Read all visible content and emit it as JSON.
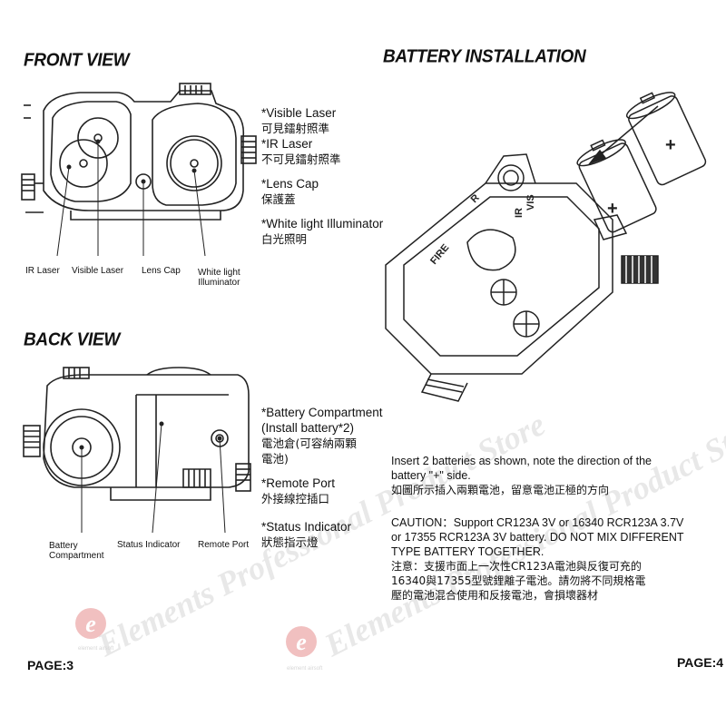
{
  "left_page": {
    "front_view": {
      "heading": "FRONT VIEW",
      "descriptions": [
        {
          "en": "*Visible Laser",
          "zh": "可見鐳射照準"
        },
        {
          "en": "*IR Laser",
          "zh": "不可見鐳射照準"
        },
        {
          "en": "*Lens Cap",
          "zh": "保護蓋"
        },
        {
          "en": "*White light Illuminator",
          "zh": "白光照明"
        }
      ],
      "callouts": {
        "ir_laser": "IR Laser",
        "visible_laser": "Visible Laser",
        "lens_cap": "Lens Cap",
        "white_light_line1": "White light",
        "white_light_line2": "Illuminator"
      }
    },
    "back_view": {
      "heading": "BACK VIEW",
      "descriptions": [
        {
          "en": "*Battery Compartment",
          "en2": "(Install battery*2)",
          "zh": "電池倉(可容納兩顆",
          "zh2": "電池)"
        },
        {
          "en": "*Remote Port",
          "zh": "外接線控插口"
        },
        {
          "en": "*Status Indicator",
          "zh": "狀態指示燈"
        }
      ],
      "callouts": {
        "battery_line1": "Battery",
        "battery_line2": "Compartment",
        "status_indicator": "Status Indicator",
        "remote_port": "Remote Port"
      }
    },
    "page_number": "PAGE:3"
  },
  "right_page": {
    "heading": "BATTERY INSTALLATION",
    "instruction_en_line1": "Insert 2 batteries as shown, note the direction of the",
    "instruction_en_line2": "battery \"+\" side.",
    "instruction_zh": "如圖所示插入兩顆電池，留意電池正極的方向",
    "caution_en_line1": "CAUTION：Support CR123A 3V or 16340 RCR123A 3.7V",
    "caution_en_line2": "or 17355 RCR123A 3V battery. DO NOT MIX DIFFERENT",
    "caution_en_line3": "TYPE BATTERY TOGETHER.",
    "caution_zh_line1": "注意：支援市面上一次性CR123A電池與反復可充的",
    "caution_zh_line2": "16340與17355型號鋰離子電池。請勿將不同規格電",
    "caution_zh_line3": "壓的電池混合使用和反接電池，會損壞器材",
    "device_labels": {
      "fire": "FIRE",
      "vis": "VIS",
      "ir": "IR",
      "r": "R"
    },
    "battery_plus": "+",
    "page_number": "PAGE:4"
  },
  "watermark": {
    "text": "Elements Professional Product Store",
    "logo_letter": "e",
    "logo_small": "element airsoft"
  },
  "colors": {
    "line": "#222222",
    "watermark": "#d9d9d9",
    "logo": "#e39a9a"
  }
}
